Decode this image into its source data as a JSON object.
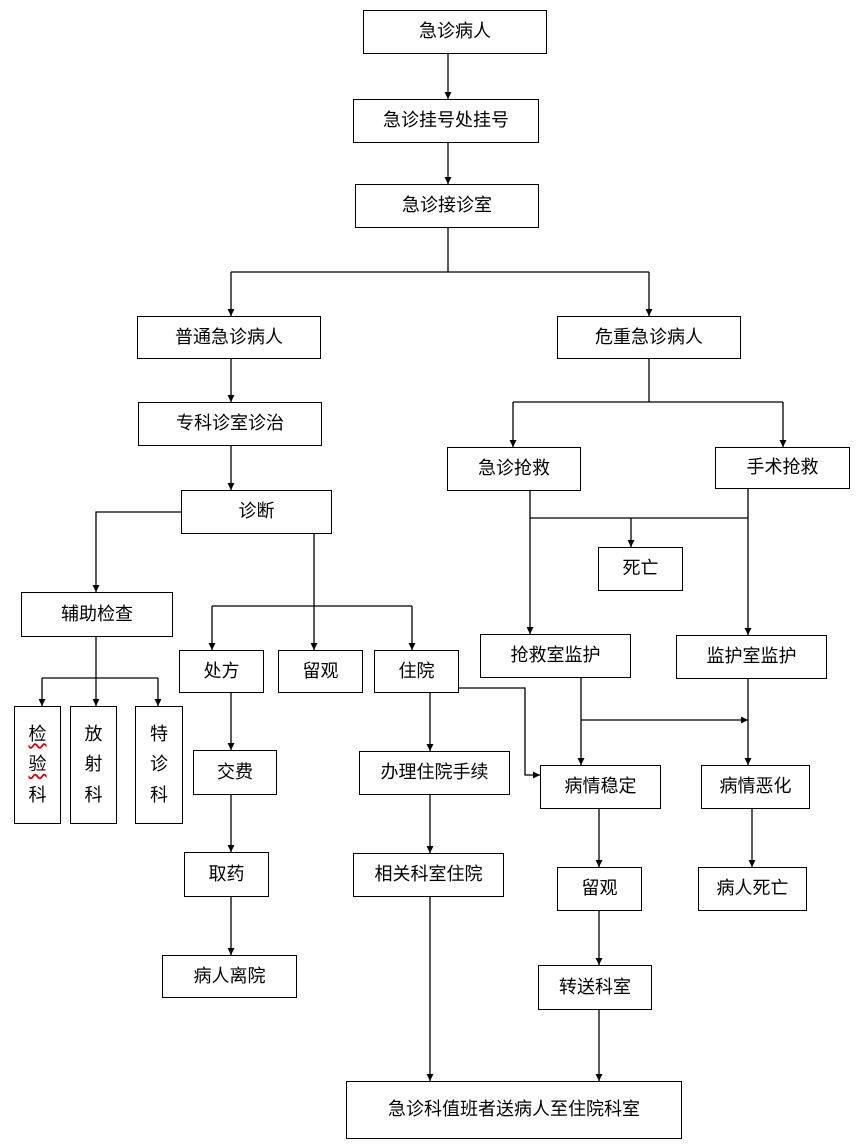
{
  "nodes": {
    "emergency_patient": "急诊病人",
    "registration": "急诊挂号处挂号",
    "reception_room": "急诊接诊室",
    "ordinary_patient": "普通急诊病人",
    "critical_patient": "危重急诊病人",
    "specialist_room": "专科诊室诊治",
    "diagnosis": "诊断",
    "auxiliary_exam": "辅助检查",
    "lab_dept": [
      "检",
      "验",
      "科"
    ],
    "radiology_dept": [
      "放",
      "射",
      "科"
    ],
    "special_dept": [
      "特",
      "诊",
      "科"
    ],
    "prescription": "处方",
    "observation": "留观",
    "hospitalization": "住院",
    "payment": "交费",
    "get_medicine": "取药",
    "patient_discharge": "病人离院",
    "admission_procedure": "办理住院手续",
    "dept_admission": "相关科室住院",
    "emergency_rescue": "急诊抢救",
    "surgical_rescue": "手术抢救",
    "death": "死亡",
    "rescue_room_monitor": "抢救室监护",
    "icu_monitor": "监护室监护",
    "stable_condition": "病情稳定",
    "condition_worsened": "病情恶化",
    "observation_2": "留观",
    "patient_death": "病人死亡",
    "transfer_dept": "转送科室",
    "final_transfer": "急诊科值班者送病人至住院科室"
  }
}
